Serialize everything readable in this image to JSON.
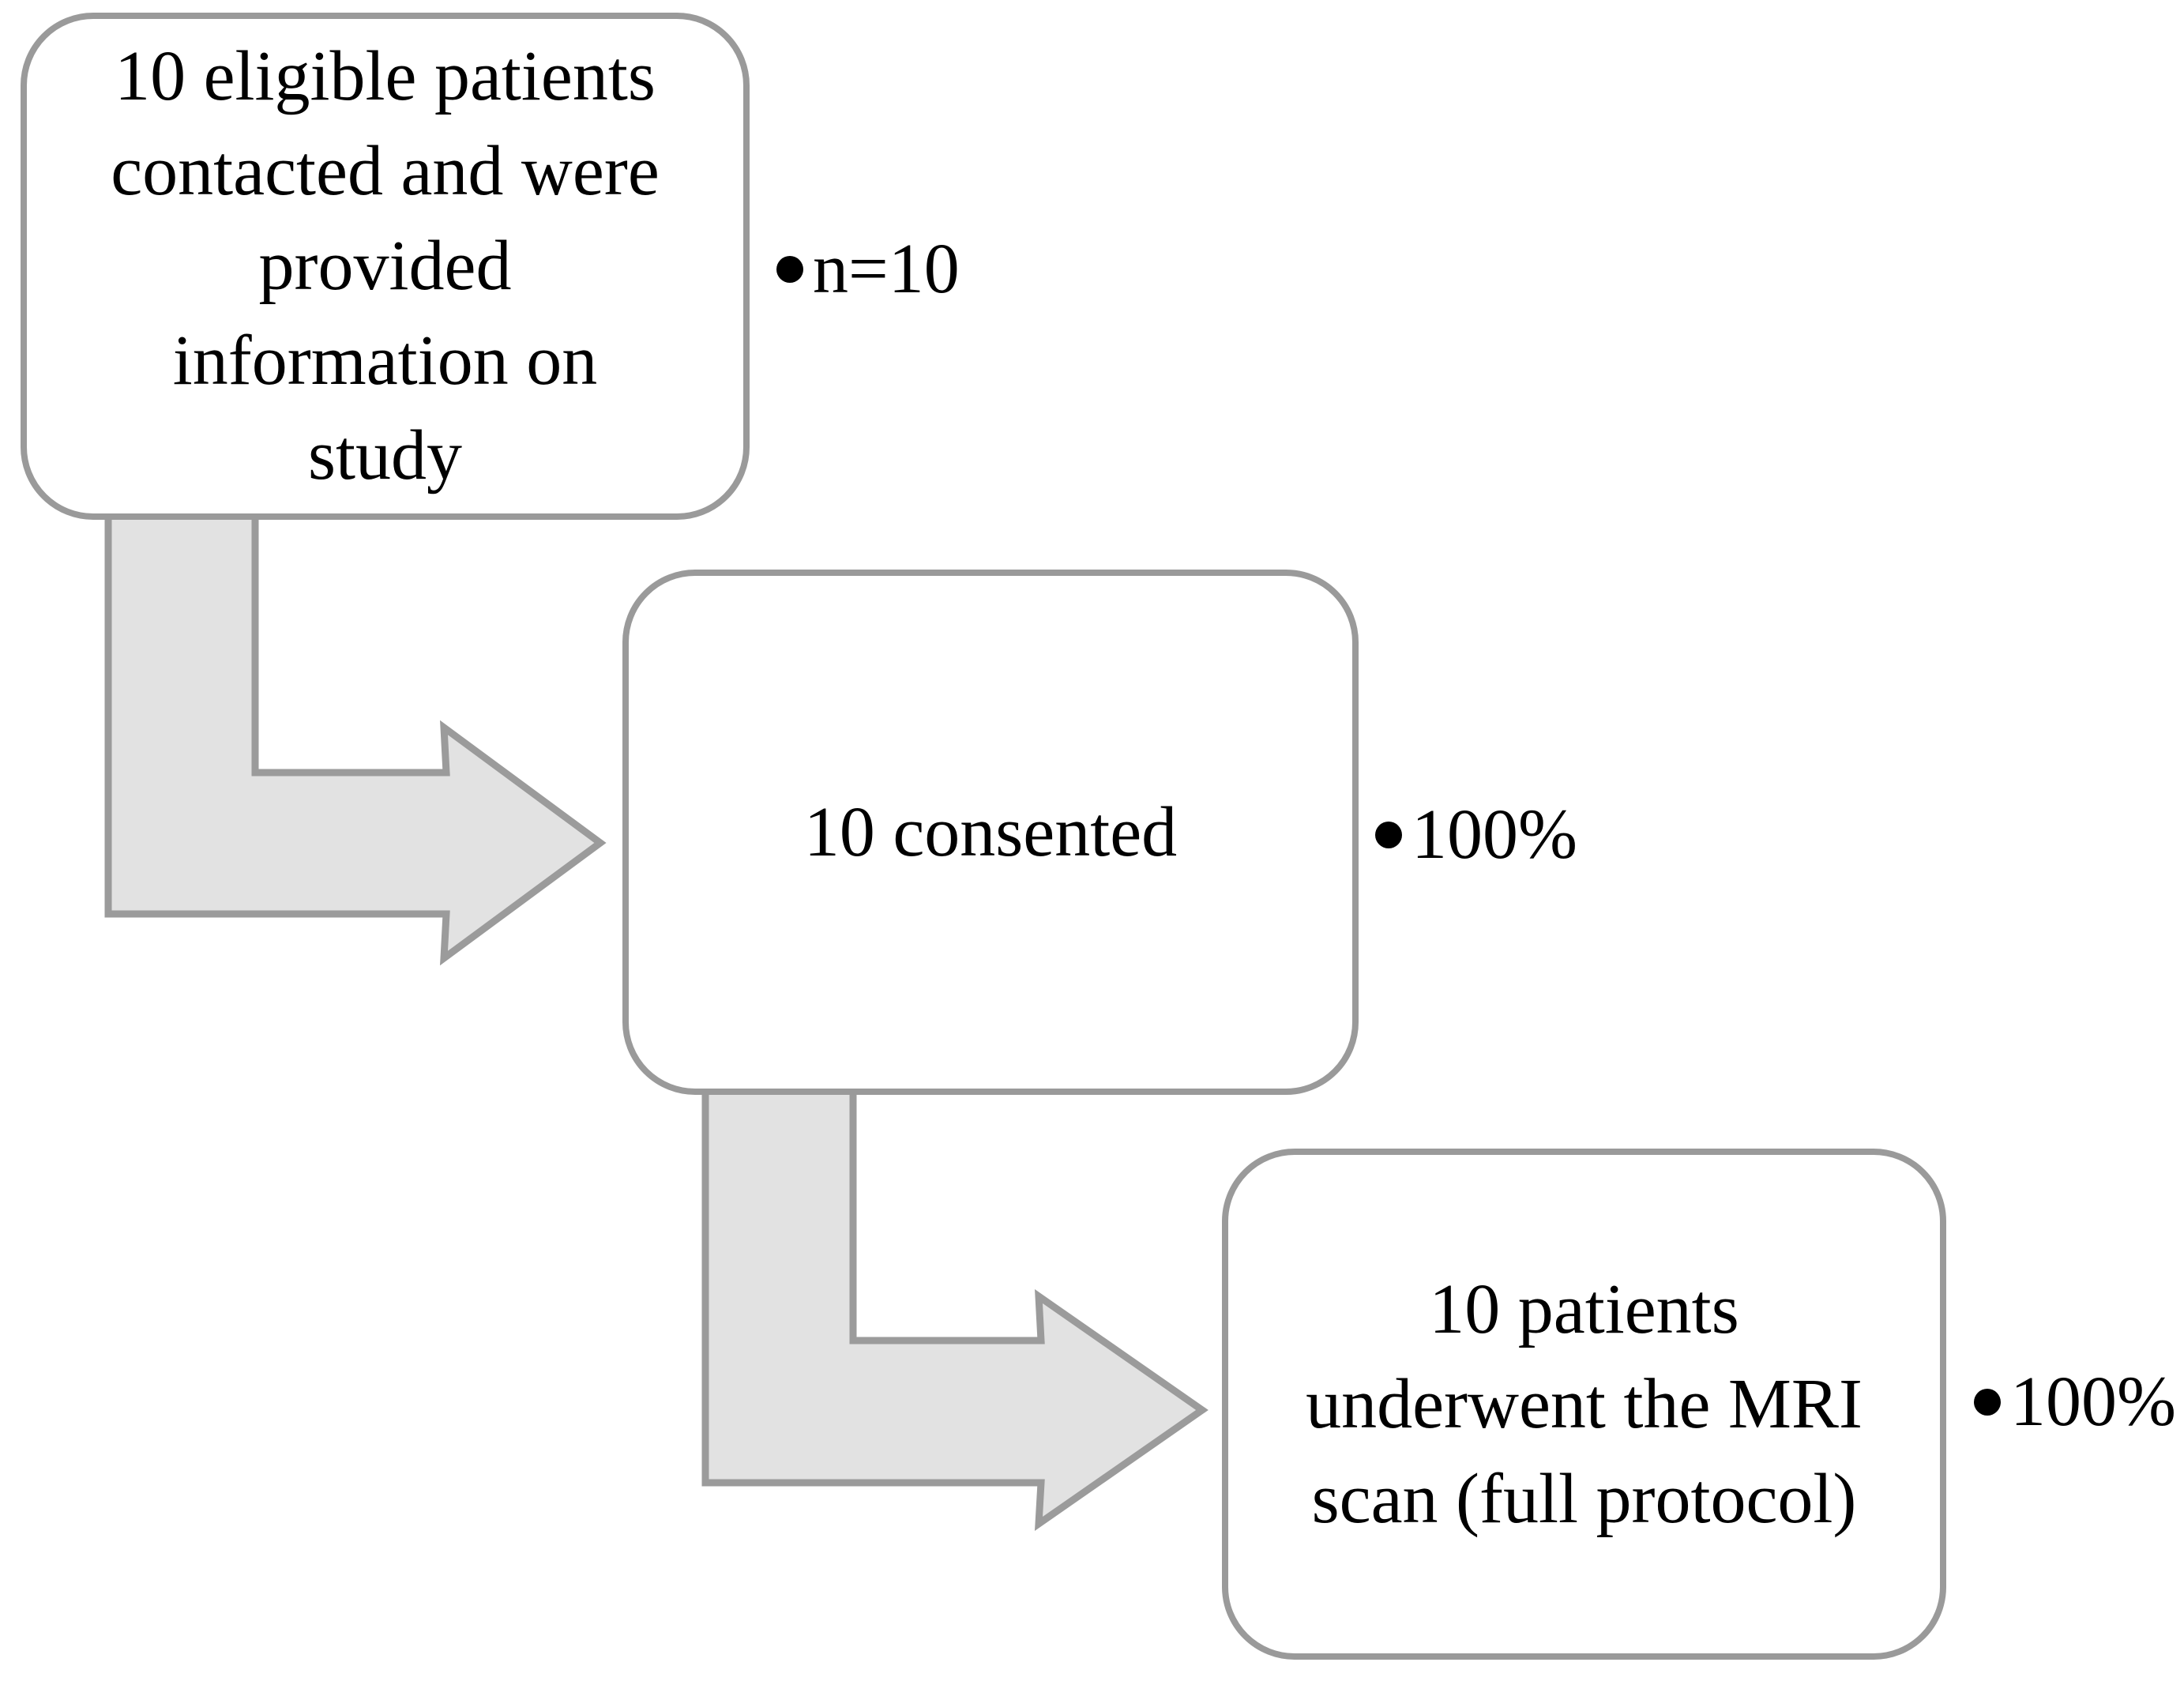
{
  "figure": {
    "title": "patient recruitment flow",
    "background_color": "#ffffff",
    "box_fill_color": "#ffffff",
    "box_border_color": "#9a9a9a",
    "arrow_fill_color": "#e2e2e2",
    "arrow_stroke_color": "#9b9b9b",
    "text_color": "#000000",
    "bullet_icon": "filled-circle"
  },
  "flow": {
    "steps": [
      {
        "lines": [
          "10 eligible patients",
          "contacted and were",
          "provided",
          "information on",
          "study"
        ],
        "annotation": "n=10"
      },
      {
        "lines": [
          "10 consented"
        ],
        "annotation": "100%"
      },
      {
        "lines": [
          "10 patients",
          "underwent the MRI",
          "scan (full protocol)"
        ],
        "annotation": "100%"
      }
    ]
  }
}
